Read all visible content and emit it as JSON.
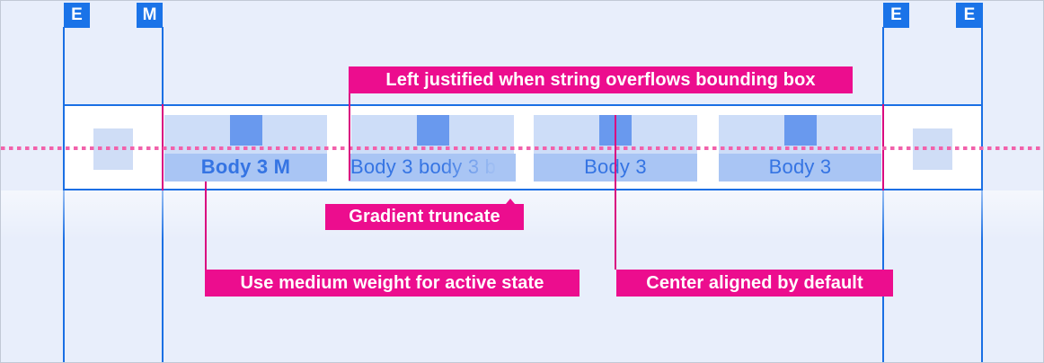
{
  "colors": {
    "canvas_bg": "#e8eefb",
    "canvas_border": "#c2c9d6",
    "line_blue": "#1a6fe4",
    "marker_blue": "#1a73e8",
    "bar_bg": "#ffffff",
    "light_rect": "#cdddf8",
    "label_rect": "#a9c5f4",
    "icon_fill": "#6999ee",
    "square_fill": "#cfddf6",
    "tab_text": "#3574e3",
    "pink": "#ec0d8e",
    "pink_line": "#d90a80",
    "dash_pink": "#f162ab"
  },
  "markers": [
    {
      "label": "E"
    },
    {
      "label": "M"
    },
    {
      "label": "E"
    },
    {
      "label": "E"
    }
  ],
  "tabbar": {
    "tabs": [
      {
        "label": "Body 3 M",
        "state": "active-medium-weight"
      },
      {
        "label": "Body 3 body 3 b",
        "state": "overflow-gradient-truncate"
      },
      {
        "label": "Body 3",
        "state": "default"
      },
      {
        "label": "Body 3",
        "state": "default"
      }
    ]
  },
  "annotations": {
    "left_justified": "Left justified when string overflows bounding box",
    "gradient_truncate": "Gradient truncate",
    "medium_weight": "Use medium weight for active state",
    "center_aligned": "Center aligned by default"
  }
}
